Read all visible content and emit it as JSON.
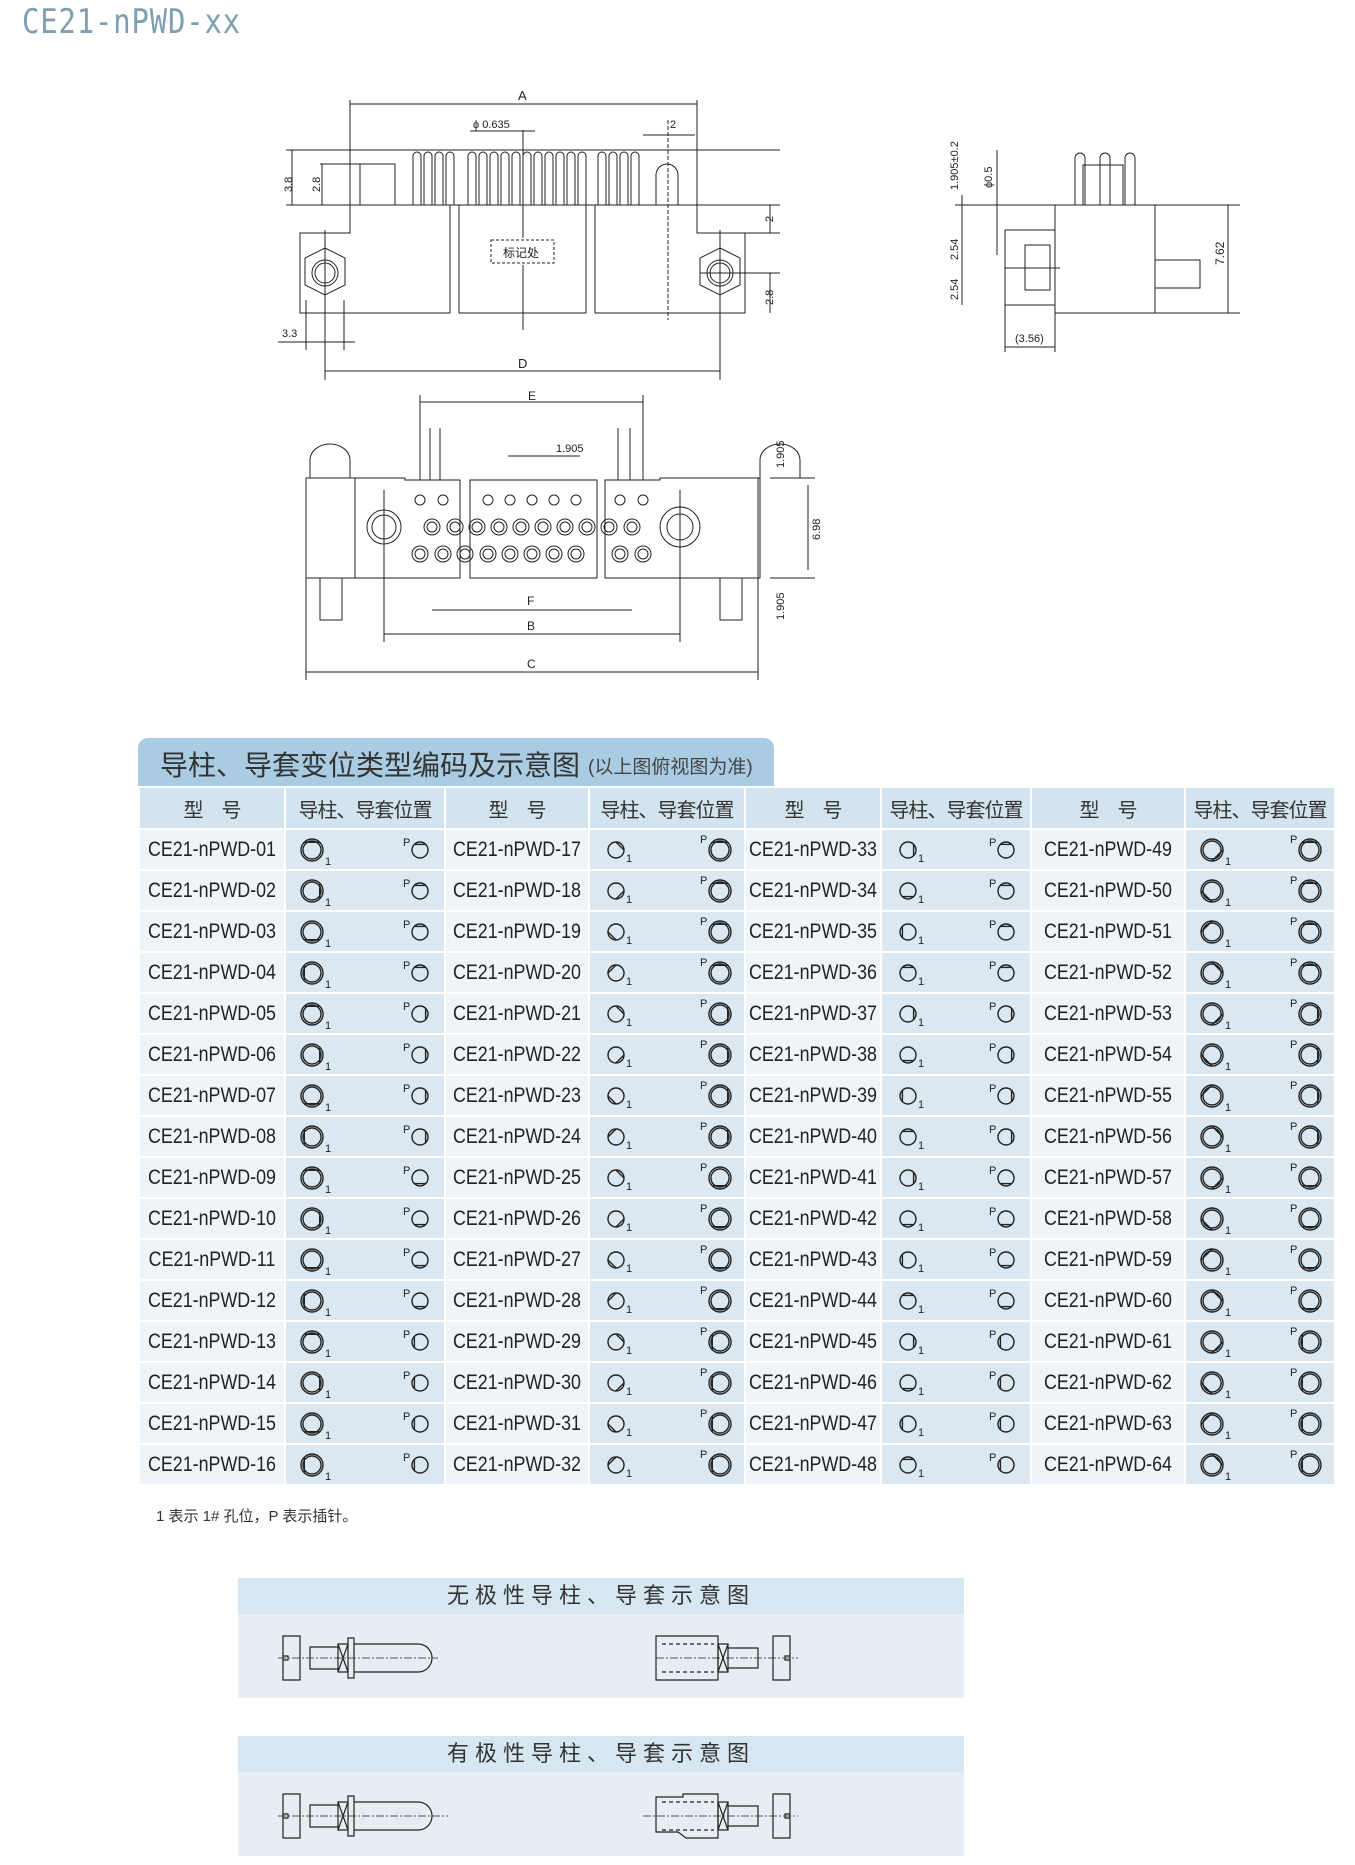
{
  "title": "CE21-nPWD-xx",
  "front_view": {
    "A": "A",
    "D": "D",
    "dia": "ϕ 0.635",
    "d2": "2",
    "d38": "3.8",
    "d28a": "2.8",
    "d2b": "2",
    "d28b": "2.8",
    "d33": "3.3",
    "marking": "标记处"
  },
  "side_view": {
    "d1905": "1.905±0.2",
    "d05": "ϕ0.5",
    "d254a": "2.54",
    "d254b": "2.54",
    "d762": "7.62",
    "d356": "(3.56)"
  },
  "bottom_view": {
    "E": "E",
    "F": "F",
    "B": "B",
    "C": "C",
    "d1905": "1.905",
    "d1905t": "1.905",
    "d1905b": "1.905",
    "d698": "6.98"
  },
  "table": {
    "heading": "导柱、导套变位类型编码及示意图",
    "subheading": "(以上图俯视图为准)",
    "col_model": "型　号",
    "col_position": "导柱、导套位置",
    "hole_label": "1",
    "pin_label": "P",
    "groups": [
      [
        "CE21-nPWD-01",
        "CE21-nPWD-02",
        "CE21-nPWD-03",
        "CE21-nPWD-04",
        "CE21-nPWD-05",
        "CE21-nPWD-06",
        "CE21-nPWD-07",
        "CE21-nPWD-08",
        "CE21-nPWD-09",
        "CE21-nPWD-10",
        "CE21-nPWD-11",
        "CE21-nPWD-12",
        "CE21-nPWD-13",
        "CE21-nPWD-14",
        "CE21-nPWD-15",
        "CE21-nPWD-16"
      ],
      [
        "CE21-nPWD-17",
        "CE21-nPWD-18",
        "CE21-nPWD-19",
        "CE21-nPWD-20",
        "CE21-nPWD-21",
        "CE21-nPWD-22",
        "CE21-nPWD-23",
        "CE21-nPWD-24",
        "CE21-nPWD-25",
        "CE21-nPWD-26",
        "CE21-nPWD-27",
        "CE21-nPWD-28",
        "CE21-nPWD-29",
        "CE21-nPWD-30",
        "CE21-nPWD-31",
        "CE21-nPWD-32"
      ],
      [
        "CE21-nPWD-33",
        "CE21-nPWD-34",
        "CE21-nPWD-35",
        "CE21-nPWD-36",
        "CE21-nPWD-37",
        "CE21-nPWD-38",
        "CE21-nPWD-39",
        "CE21-nPWD-40",
        "CE21-nPWD-41",
        "CE21-nPWD-42",
        "CE21-nPWD-43",
        "CE21-nPWD-44",
        "CE21-nPWD-45",
        "CE21-nPWD-46",
        "CE21-nPWD-47",
        "CE21-nPWD-48"
      ],
      [
        "CE21-nPWD-49",
        "CE21-nPWD-50",
        "CE21-nPWD-51",
        "CE21-nPWD-52",
        "CE21-nPWD-53",
        "CE21-nPWD-54",
        "CE21-nPWD-55",
        "CE21-nPWD-56",
        "CE21-nPWD-57",
        "CE21-nPWD-58",
        "CE21-nPWD-59",
        "CE21-nPWD-60",
        "CE21-nPWD-61",
        "CE21-nPWD-62",
        "CE21-nPWD-63",
        "CE21-nPWD-64"
      ]
    ]
  },
  "note": "1 表示 1# 孔位，P 表示插针。",
  "nonpolar": {
    "title": "无极性导柱、导套示意图"
  },
  "polar": {
    "title": "有极性导柱、导套示意图"
  }
}
